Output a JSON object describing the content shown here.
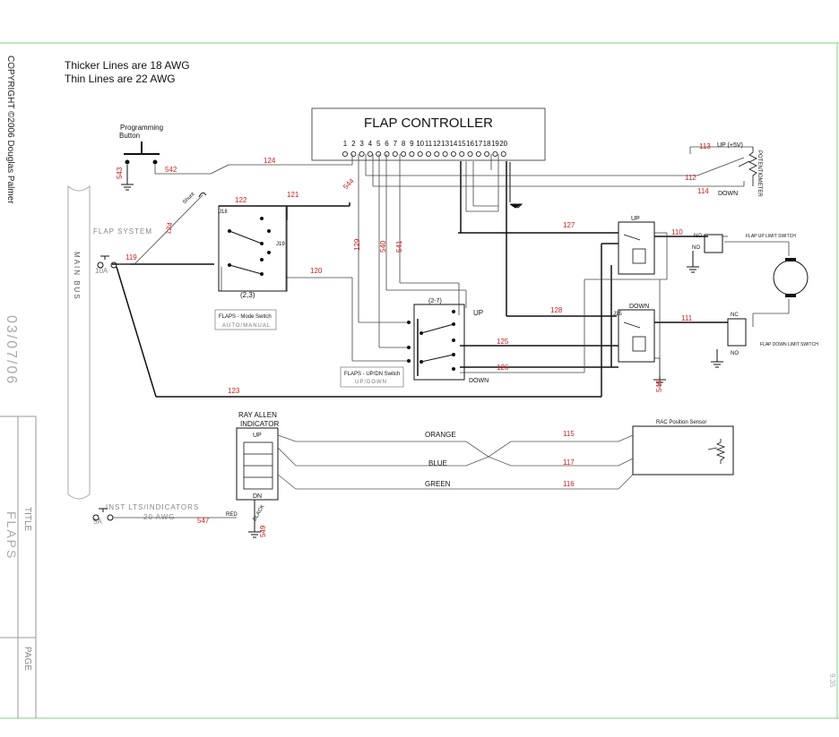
{
  "notes": {
    "thick": "Thicker Lines are 18 AWG",
    "thin": "Thin Lines  are 22 AWG"
  },
  "side": {
    "copyright": "COPYRIGHT ©2006 Douglas Palmer",
    "date": "03/07/06",
    "title_label": "TITLE",
    "title_value": "FLAPS",
    "page_label": "PAGE",
    "page_number": "9.35"
  },
  "controller": {
    "title": "FLAP CONTROLLER",
    "pins": [
      "1",
      "2",
      "3",
      "4",
      "5",
      "6",
      "7",
      "8",
      "9",
      "10",
      "11",
      "12",
      "13",
      "14",
      "15",
      "16",
      "17",
      "18",
      "19",
      "20"
    ]
  },
  "programming": {
    "line1": "Programming",
    "line2": "Button"
  },
  "bus": {
    "label": "MAIN BUS",
    "flap_system": "FLAP SYSTEM",
    "breaker_amp": "10A",
    "inst_label": "INST LTS/INDICATORS",
    "inst_awg": "20 AWG",
    "inst_amp": "5A"
  },
  "switches": {
    "mode_title": "FLAPS - Mode Switch",
    "mode_sub": "AUTO/MANUAL",
    "mode_pins": "(2,3)",
    "updn_title": "FLAPS - UP/DN Switch",
    "updn_sub": "UP/DOWN",
    "updn_pins": "(2-7)",
    "shunt": "Shunt",
    "j18": "J18",
    "j19": "J19"
  },
  "relays": {
    "up": "UP",
    "down": "DOWN",
    "j15": "J15",
    "no": "NO",
    "nc": "NC"
  },
  "limit_switches": {
    "up": "FLAP UP LIMIT SWITCH",
    "down": "FLAP DOWN LIMIT SWITCH"
  },
  "pot": {
    "plus5": "UP (+5V)",
    "down": "DOWN",
    "label": "POTENTIOMETER"
  },
  "indicator": {
    "title1": "RAY ALLEN",
    "title2": "INDICATOR",
    "up": "UP",
    "dn": "DN",
    "red": "RED",
    "black": "BLACK"
  },
  "sensor": {
    "title": "RAC Position Sensor"
  },
  "colors": {
    "orange": "ORANGE",
    "blue": "BLUE",
    "green": "GREEN"
  },
  "labels_up_down": {
    "up": "UP",
    "down": "DOWN"
  },
  "wires": {
    "w543": "543",
    "w542": "542",
    "w124a": "124",
    "w124b": "124",
    "w122": "122",
    "w121": "121",
    "w544": "544",
    "w119": "119",
    "w120": "120",
    "w129": "129",
    "w540": "540",
    "w541": "541",
    "w127": "127",
    "w110": "110",
    "w113": "113",
    "w112": "112",
    "w114": "114",
    "w128a": "128",
    "w111": "111",
    "w125": "125",
    "w126": "126",
    "w546": "546",
    "w123": "123",
    "w115": "115",
    "w117": "117",
    "w116": "116",
    "w547": "547",
    "w549": "549"
  },
  "accent": {
    "wire_number": "#cc1f1f",
    "frame": "#7ed37e"
  }
}
